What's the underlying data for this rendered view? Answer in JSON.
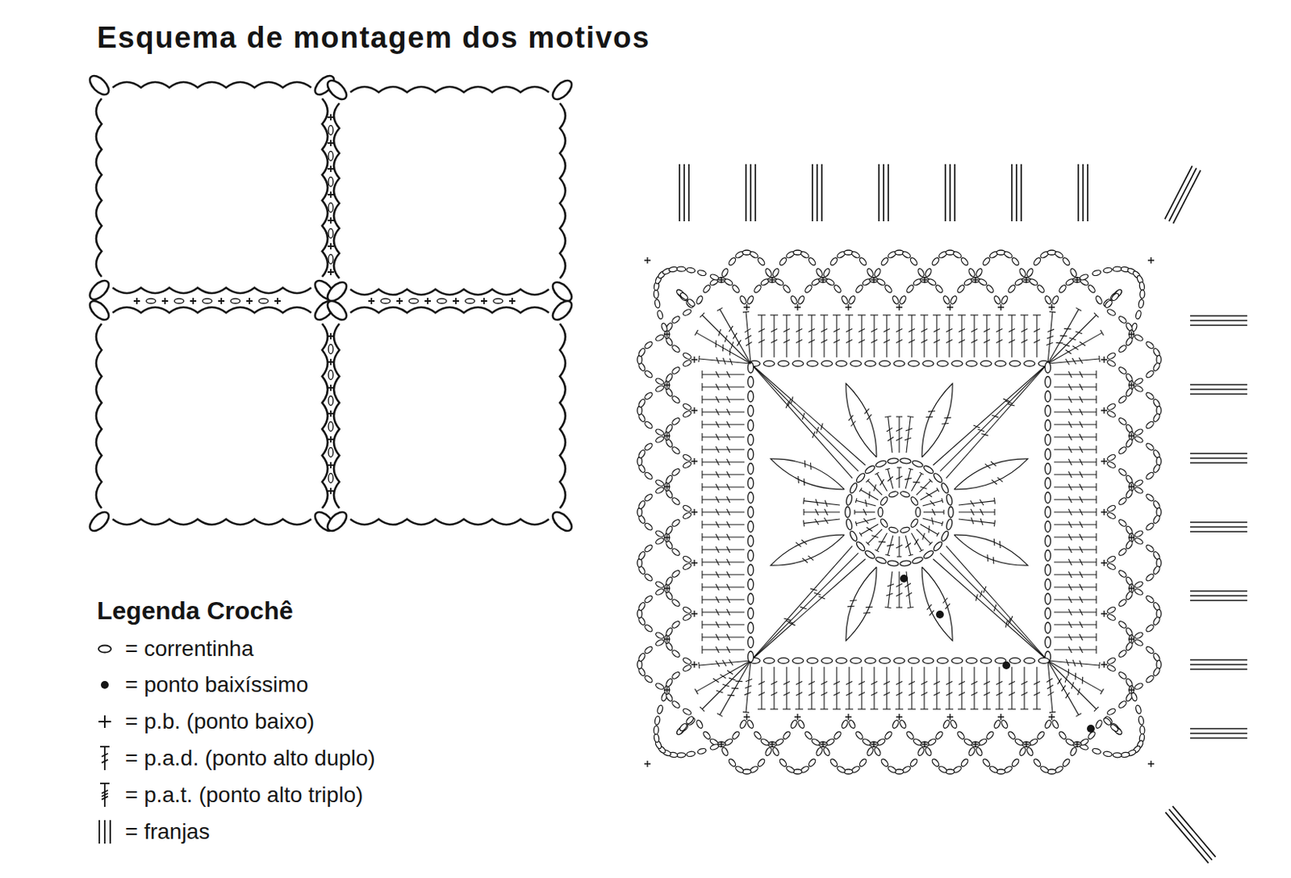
{
  "diagram": {
    "title": "Esquema de montagem dos motivos",
    "labels": [
      "Legenda Crochê"
    ],
    "legend": [
      {
        "text": "= correntinha"
      },
      {
        "text": "= ponto baixíssimo"
      },
      {
        "text": "= p.b. (ponto baixo)"
      },
      {
        "text": "= p.a.d. (ponto alto duplo)"
      },
      {
        "text": "= p.a.t. (ponto alto triplo)"
      },
      {
        "text": "= franjas"
      }
    ]
  }
}
